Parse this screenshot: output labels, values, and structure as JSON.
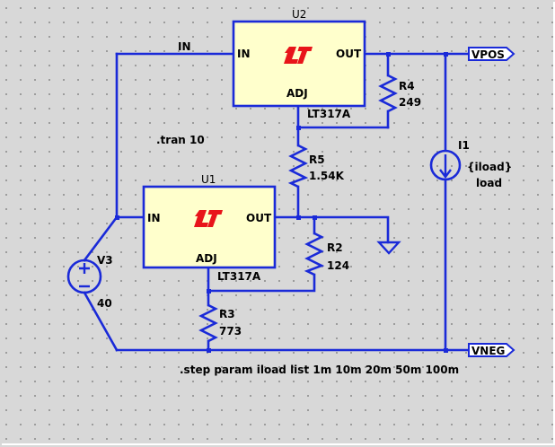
{
  "components": {
    "u2": {
      "ref": "U2",
      "part": "LT317A",
      "pin_in": "IN",
      "pin_out": "OUT",
      "pin_adj": "ADJ"
    },
    "u1": {
      "ref": "U1",
      "part": "LT317A",
      "pin_in": "IN",
      "pin_out": "OUT",
      "pin_adj": "ADJ"
    },
    "r4": {
      "ref": "R4",
      "value": "249"
    },
    "r5": {
      "ref": "R5",
      "value": "1.54K"
    },
    "r2": {
      "ref": "R2",
      "value": "124"
    },
    "r3": {
      "ref": "R3",
      "value": "773"
    },
    "i1": {
      "ref": "I1",
      "value": "{iload}",
      "type": "load"
    },
    "v3": {
      "ref": "V3",
      "value": "40"
    }
  },
  "net_labels": {
    "in": "IN",
    "vpos": "VPOS",
    "vneg": "VNEG"
  },
  "directives": {
    "tran": ".tran 10",
    "step": ".step param iload list 1m 10m 20m 50m 100m"
  },
  "colors": {
    "wire": "#1a2ad8",
    "chip_fill": "#ffffcc",
    "logo": "#e8141a",
    "background": "#d8d8d8"
  },
  "icons": {
    "logo": "linear-tech-logo-icon",
    "source": "voltage-source-icon",
    "current": "current-source-icon",
    "ground": "ground-icon"
  }
}
